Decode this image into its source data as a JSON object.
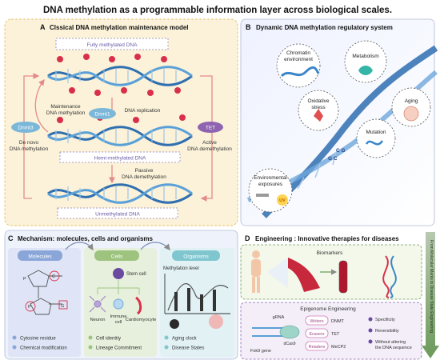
{
  "title": "DNA methylation as a programmable information layer across biological scales.",
  "panelA": {
    "letter": "A",
    "title": "Clssical DNA methylation maintenance model",
    "fully": "Fully methylated DNA",
    "hemi": "Hemi-methylated DNA",
    "unmeth": "Unmethylated DNA",
    "maintenance1": "Maintenance",
    "maintenance2": "DNA methylation",
    "replication": "DNA replication",
    "passive1": "Passive",
    "passive2": "DNA demethylation",
    "denovo1": "De novo",
    "denovo2": "DNA methylation",
    "active1": "Active",
    "active2": "DNA demethylation",
    "dnmt3": "Dnmt3",
    "dnmt1": "Dnmt1",
    "tet": "TET"
  },
  "panelB": {
    "letter": "B",
    "title": "Dynamic  DNA methylation regulatory system",
    "chromatin1": "Chromatin",
    "chromatin2": "environment",
    "metabolism": "Metabolism",
    "oxidative1": "Oxidative",
    "oxidative2": "stress",
    "aging": "Aging",
    "mutation": "Mutation",
    "env1": "Environmental",
    "env2": "exposures",
    "uv": "UV",
    "cg1": "C G",
    "cg2": "G C"
  },
  "panelC": {
    "letter": "C",
    "title": "Mechanism: molecules, cells and organisms",
    "molecules": "Molecules",
    "cells": "Cells",
    "organisms": "Organisms",
    "stem": "Stem cell",
    "neuron": "Neuron",
    "immune1": "Immune",
    "immune2": "cell",
    "cardio": "Cardiomyocyte",
    "methlevel": "Methylation level",
    "mol_legend1": "Cytosine residue",
    "mol_legend2": "Chemical modification",
    "cell_legend1": "Cell identity",
    "cell_legend2": "Lineage Commitment",
    "org_legend1": "Aging clock",
    "org_legend2": "Disease States",
    "p": "P",
    "c": "C",
    "g": "G"
  },
  "panelD": {
    "letter": "D",
    "title": "Engineering :  Innovative therapies for diseases",
    "biomarkers": "Biomarkers",
    "epigenome": "Epigenome Engineering",
    "grna": "gRNA",
    "dcas9": "dCas9",
    "fokgene": "Fok9 gene",
    "writers": "Writers",
    "erasers": "Erasers",
    "readers": "Readers",
    "dnmt": "DNMT",
    "tet": "TET",
    "mecp2": "MeCP2",
    "spec": "Specificity",
    "rev": "Reversibility",
    "without1": "Without altering",
    "without2": "the DNA sequence"
  },
  "side_arrow": "From Molecular Marks to Disease State Engineering",
  "colors": {
    "panelA_bg": "#fbf2d9",
    "panelB_bg": "#ffffff",
    "panelC_bg": "#eef2fb",
    "panelD_bg": "#f3f8ea",
    "methyl_red": "#d9304a",
    "dna_blue": "#2f6fb0",
    "arrow_pink": "#e58a8a",
    "enzyme": "#7ab7d8",
    "tet": "#8e63b0",
    "green_arrow": "#6c9a5a"
  }
}
